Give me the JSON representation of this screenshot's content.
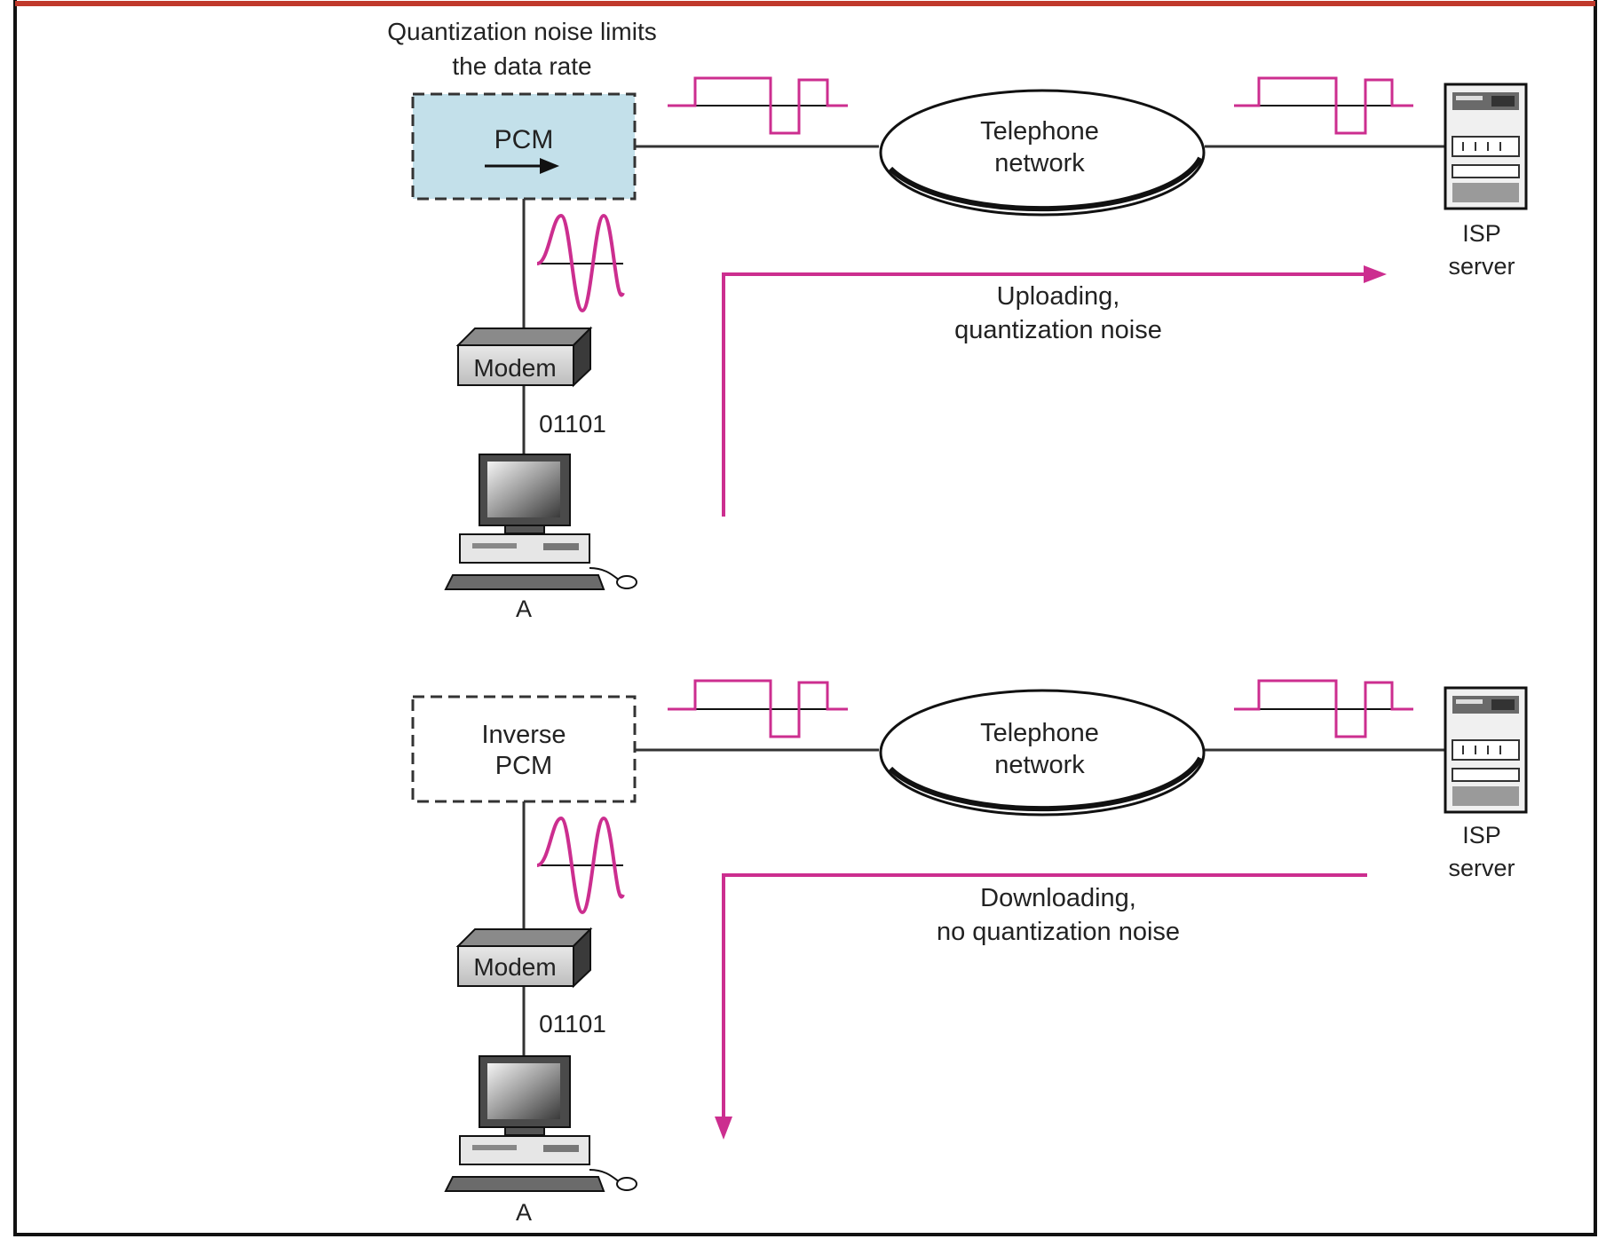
{
  "colors": {
    "frame_border": "#111111",
    "top_rule": "#c0392b",
    "signal": "#cc2e8f",
    "pcm_fill": "#c3e0ea",
    "line": "#333333"
  },
  "upload": {
    "caption_line1": "Quantization noise limits",
    "caption_line2": "the data rate",
    "converter_label": "PCM",
    "network_line1": "Telephone",
    "network_line2": "network",
    "server_line1": "ISP",
    "server_line2": "server",
    "flow_line1": "Uploading,",
    "flow_line2": "quantization noise",
    "modem_label": "Modem",
    "bits": "01101",
    "computer_label": "A"
  },
  "download": {
    "converter_line1": "Inverse",
    "converter_line2": "PCM",
    "network_line1": "Telephone",
    "network_line2": "network",
    "server_line1": "ISP",
    "server_line2": "server",
    "flow_line1": "Downloading,",
    "flow_line2": "no quantization noise",
    "modem_label": "Modem",
    "bits": "01101",
    "computer_label": "A"
  },
  "icons": [
    "arrow-right-icon",
    "analog-wave-icon",
    "digital-signal-icon",
    "modem-icon",
    "computer-icon",
    "server-icon",
    "flow-arrow-icon"
  ]
}
